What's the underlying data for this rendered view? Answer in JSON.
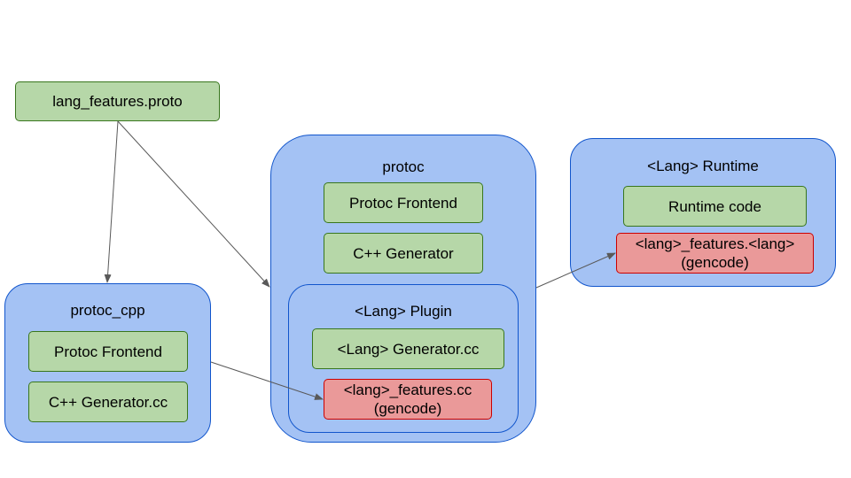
{
  "lang_features_proto": "lang_features.proto",
  "protoc_cpp": {
    "title": "protoc_cpp",
    "frontend": "Protoc Frontend",
    "generator": "C++ Generator.cc"
  },
  "protoc": {
    "title": "protoc",
    "frontend": "Protoc Frontend",
    "generator": "C++ Generator",
    "plugin": {
      "title": "<Lang> Plugin",
      "generator": "<Lang> Generator.cc",
      "features": "<lang>_features.cc\n(gencode)"
    }
  },
  "runtime": {
    "title": "<Lang> Runtime",
    "code": "Runtime code",
    "features": "<lang>_features.<lang>\n(gencode)"
  },
  "colors": {
    "green_fill": "#b6d7a8",
    "green_border": "#38761d",
    "red_fill": "#ea9999",
    "red_border": "#cc0000",
    "blue_fill": "#a4c2f4",
    "blue_border": "#1155cc",
    "arrow": "#595959"
  }
}
